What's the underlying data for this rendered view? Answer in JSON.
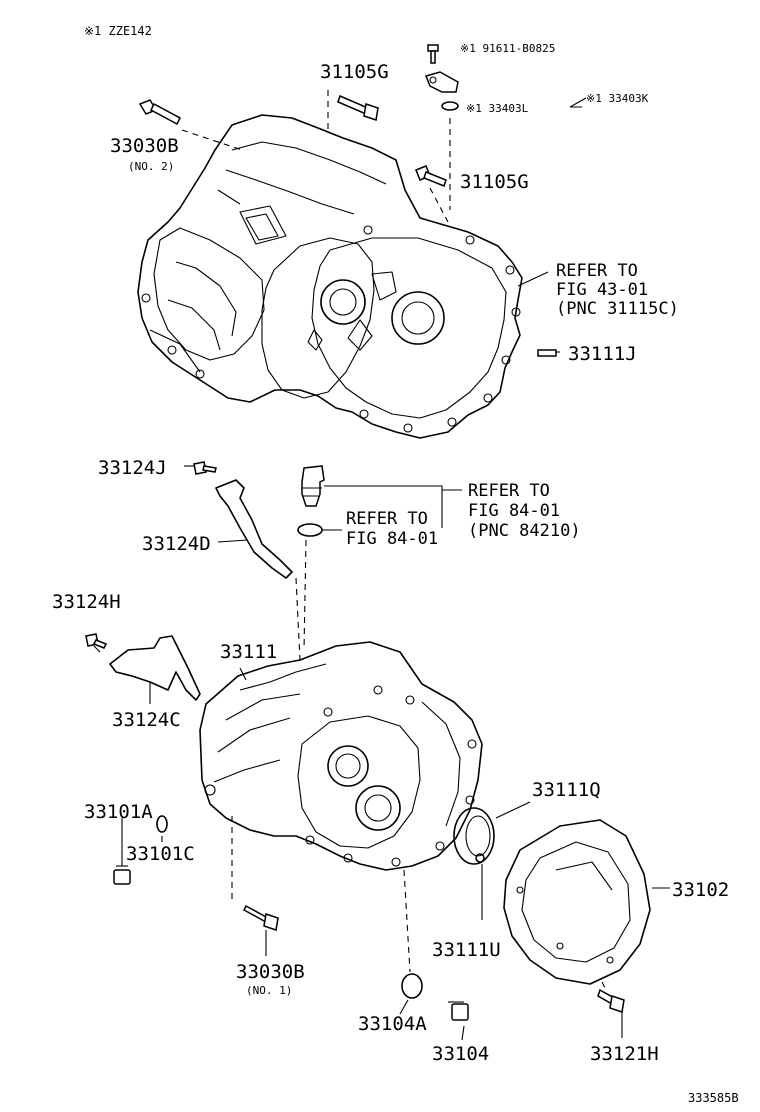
{
  "header": {
    "note": "※1 ZZE142"
  },
  "footer": {
    "figure_id": "333585B"
  },
  "labels": {
    "p91611": "※1 91611-B0825",
    "p33403K": "※1 33403K",
    "p33403L": "※1 33403L",
    "p31105G_top": "31105G",
    "p31105G_mid": "31105G",
    "p33030B_top": "33030B",
    "p33030B_top_sub": "(NO. 2)",
    "p33111J": "33111J",
    "p33124J": "33124J",
    "p33124D": "33124D",
    "p33124H": "33124H",
    "p33124C": "33124C",
    "p33111": "33111",
    "p33101A": "33101A",
    "p33101C": "33101C",
    "p33030B_bot": "33030B",
    "p33030B_bot_sub": "(NO. 1)",
    "p33104A": "33104A",
    "p33104": "33104",
    "p33111Q": "33111Q",
    "p33111U": "33111U",
    "p33102": "33102",
    "p33121H": "33121H"
  },
  "refs": {
    "ref1": [
      "REFER TO",
      "FIG 43-01",
      "(PNC 31115C)"
    ],
    "ref2": [
      "REFER TO",
      "FIG 84-01",
      "(PNC 84210)"
    ],
    "ref3": [
      "REFER TO",
      "FIG 84-01"
    ]
  }
}
